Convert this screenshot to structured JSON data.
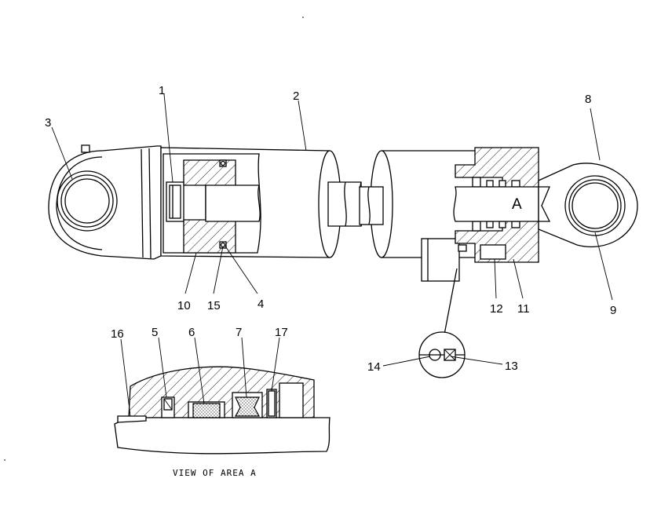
{
  "diagram": {
    "callouts": {
      "c1": "1",
      "c2": "2",
      "c3": "3",
      "c4": "4",
      "c5": "5",
      "c6": "6",
      "c7": "7",
      "c8": "8",
      "c9": "9",
      "c10": "10",
      "c11": "11",
      "c12": "12",
      "c13": "13",
      "c14": "14",
      "c15": "15",
      "c16": "16",
      "c17": "17"
    },
    "area_label": "A",
    "detail_caption": "VIEW OF AREA A"
  }
}
